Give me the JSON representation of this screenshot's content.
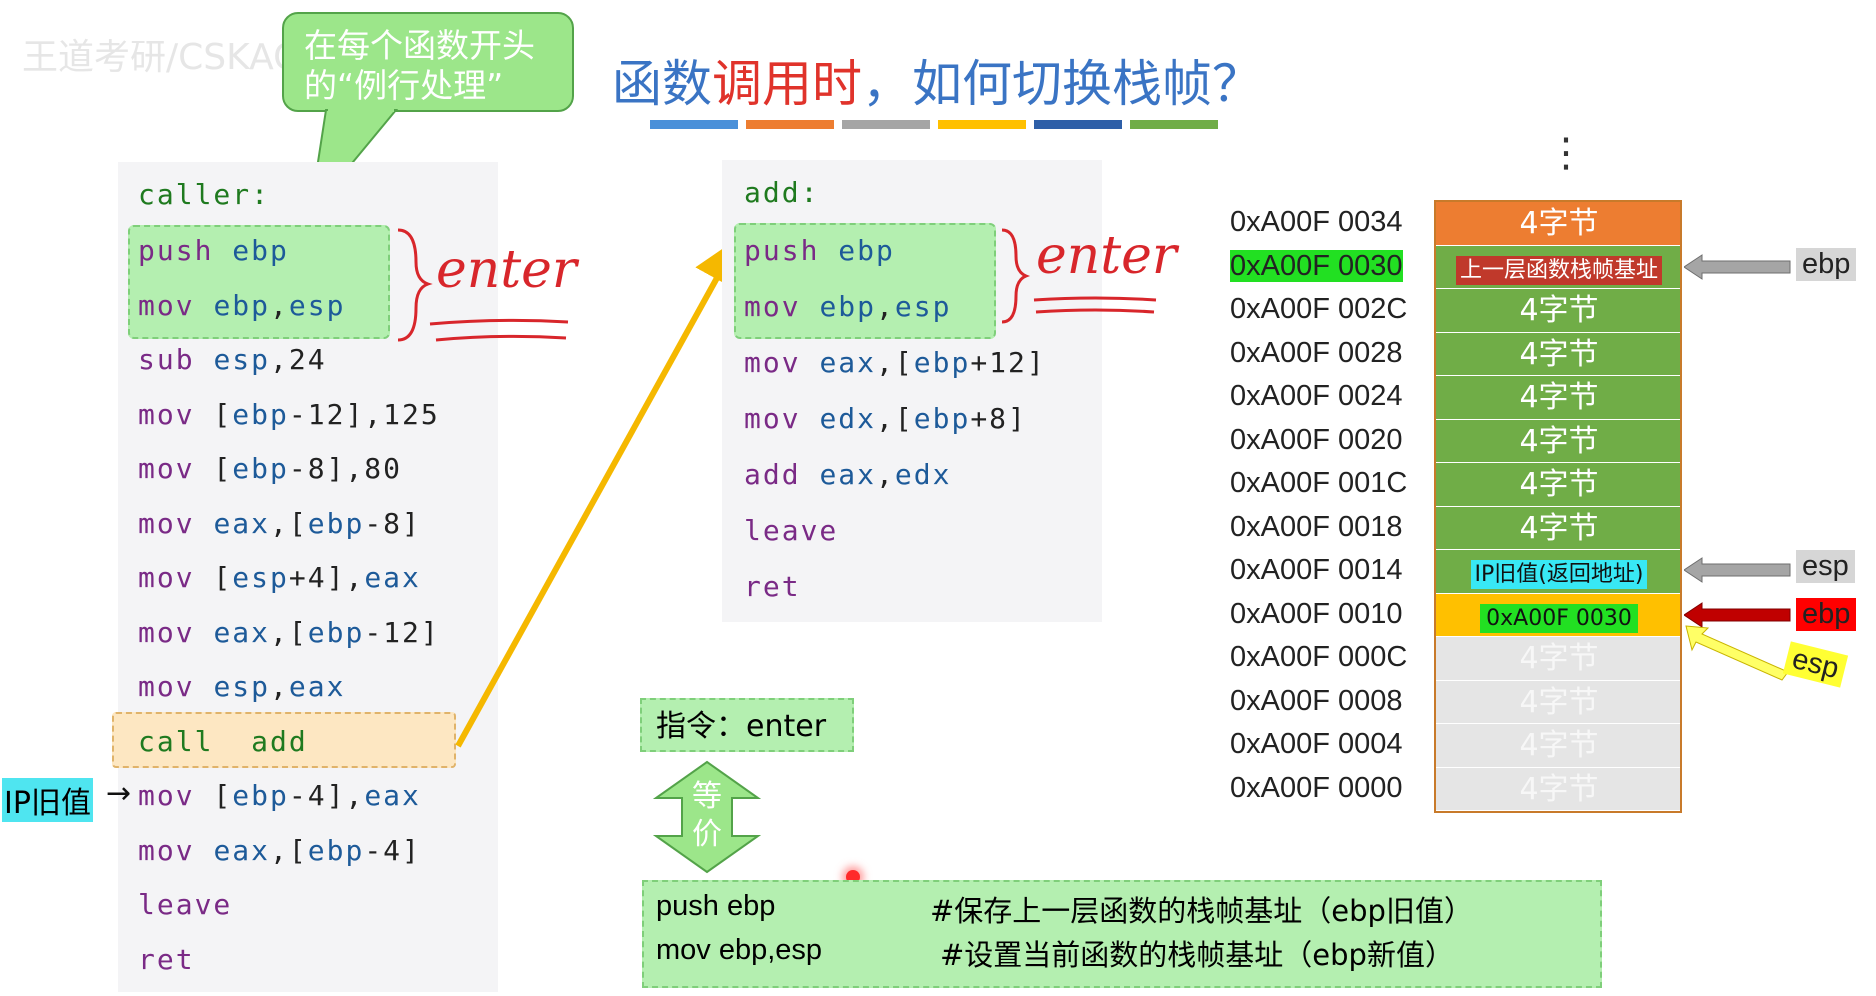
{
  "watermark": "王道考研/CSKAOYAN",
  "callout_text": "在每个函数开头的“例行处理”",
  "title": {
    "part1": "函数",
    "part2": "调用时",
    "part3": "，如何切换栈帧？"
  },
  "title_bar_colors": [
    "#4a90d9",
    "#ed7d31",
    "#a5a5a5",
    "#ffc000",
    "#2e5fa8",
    "#70ad47"
  ],
  "caller": {
    "label": "caller:",
    "lines": [
      [
        "push",
        " ebp"
      ],
      [
        "mov",
        " ebp,esp"
      ],
      [
        "sub",
        " esp,24"
      ],
      [
        "mov",
        " [ebp-12],125"
      ],
      [
        "mov",
        " [ebp-8],80"
      ],
      [
        "mov",
        " eax,[ebp-8]"
      ],
      [
        "mov",
        " [esp+4],eax"
      ],
      [
        "mov",
        " eax,[ebp-12]"
      ],
      [
        "mov",
        " esp,eax"
      ],
      [
        "call",
        "  add"
      ],
      [
        "mov",
        " [ebp-4],eax"
      ],
      [
        "mov",
        " eax,[ebp-4]"
      ],
      [
        "leave",
        ""
      ],
      [
        "ret",
        ""
      ]
    ]
  },
  "add_func": {
    "label": "add:",
    "lines": [
      [
        "push",
        " ebp"
      ],
      [
        "mov",
        " ebp,esp"
      ],
      [
        "mov",
        " eax,[ebp+12]"
      ],
      [
        "mov",
        " edx,[ebp+8]"
      ],
      [
        "add",
        " eax,edx"
      ],
      [
        "leave",
        ""
      ],
      [
        "ret",
        ""
      ]
    ]
  },
  "enter_annotation": "enter",
  "ip_old_label": "IP旧值",
  "instruction_box": "指令：enter",
  "equiv_label": "等价",
  "equiv_code": [
    {
      "code": "push ebp",
      "comment": "#保存上一层函数的栈帧基址（ebp旧值）"
    },
    {
      "code": "mov ebp,esp",
      "comment": "#设置当前函数的栈帧基址（ebp新值）"
    }
  ],
  "stack": {
    "dots": "⋮",
    "rows": [
      {
        "addr": "0xA00F 0034",
        "text": "4字节",
        "color": "#ed7d31"
      },
      {
        "addr": "0xA00F 0030",
        "text": "上一层函数栈帧基址",
        "color": "#70ad47"
      },
      {
        "addr": "0xA00F 002C",
        "text": "4字节",
        "color": "#70ad47"
      },
      {
        "addr": "0xA00F 0028",
        "text": "4字节",
        "color": "#70ad47"
      },
      {
        "addr": "0xA00F 0024",
        "text": "4字节",
        "color": "#70ad47"
      },
      {
        "addr": "0xA00F 0020",
        "text": "4字节",
        "color": "#70ad47"
      },
      {
        "addr": "0xA00F 001C",
        "text": "4字节",
        "color": "#70ad47"
      },
      {
        "addr": "0xA00F 0018",
        "text": "4字节",
        "color": "#70ad47"
      },
      {
        "addr": "0xA00F 0014",
        "text": "IP旧值(返回地址)",
        "color": "#70ad47"
      },
      {
        "addr": "0xA00F 0010",
        "text": "0xA00F 0030",
        "color": "#ffc000"
      },
      {
        "addr": "0xA00F 000C",
        "text": "4字节",
        "color": "#e5e5e5"
      },
      {
        "addr": "0xA00F 0008",
        "text": "4字节",
        "color": "#e5e5e5"
      },
      {
        "addr": "0xA00F 0004",
        "text": "4字节",
        "color": "#e5e5e5"
      },
      {
        "addr": "0xA00F 0000",
        "text": "4字节",
        "color": "#e5e5e5"
      }
    ],
    "pointer_ebp_old": "ebp",
    "pointer_esp_old": "esp",
    "pointer_ebp_new": "ebp",
    "pointer_esp_new": "esp"
  }
}
